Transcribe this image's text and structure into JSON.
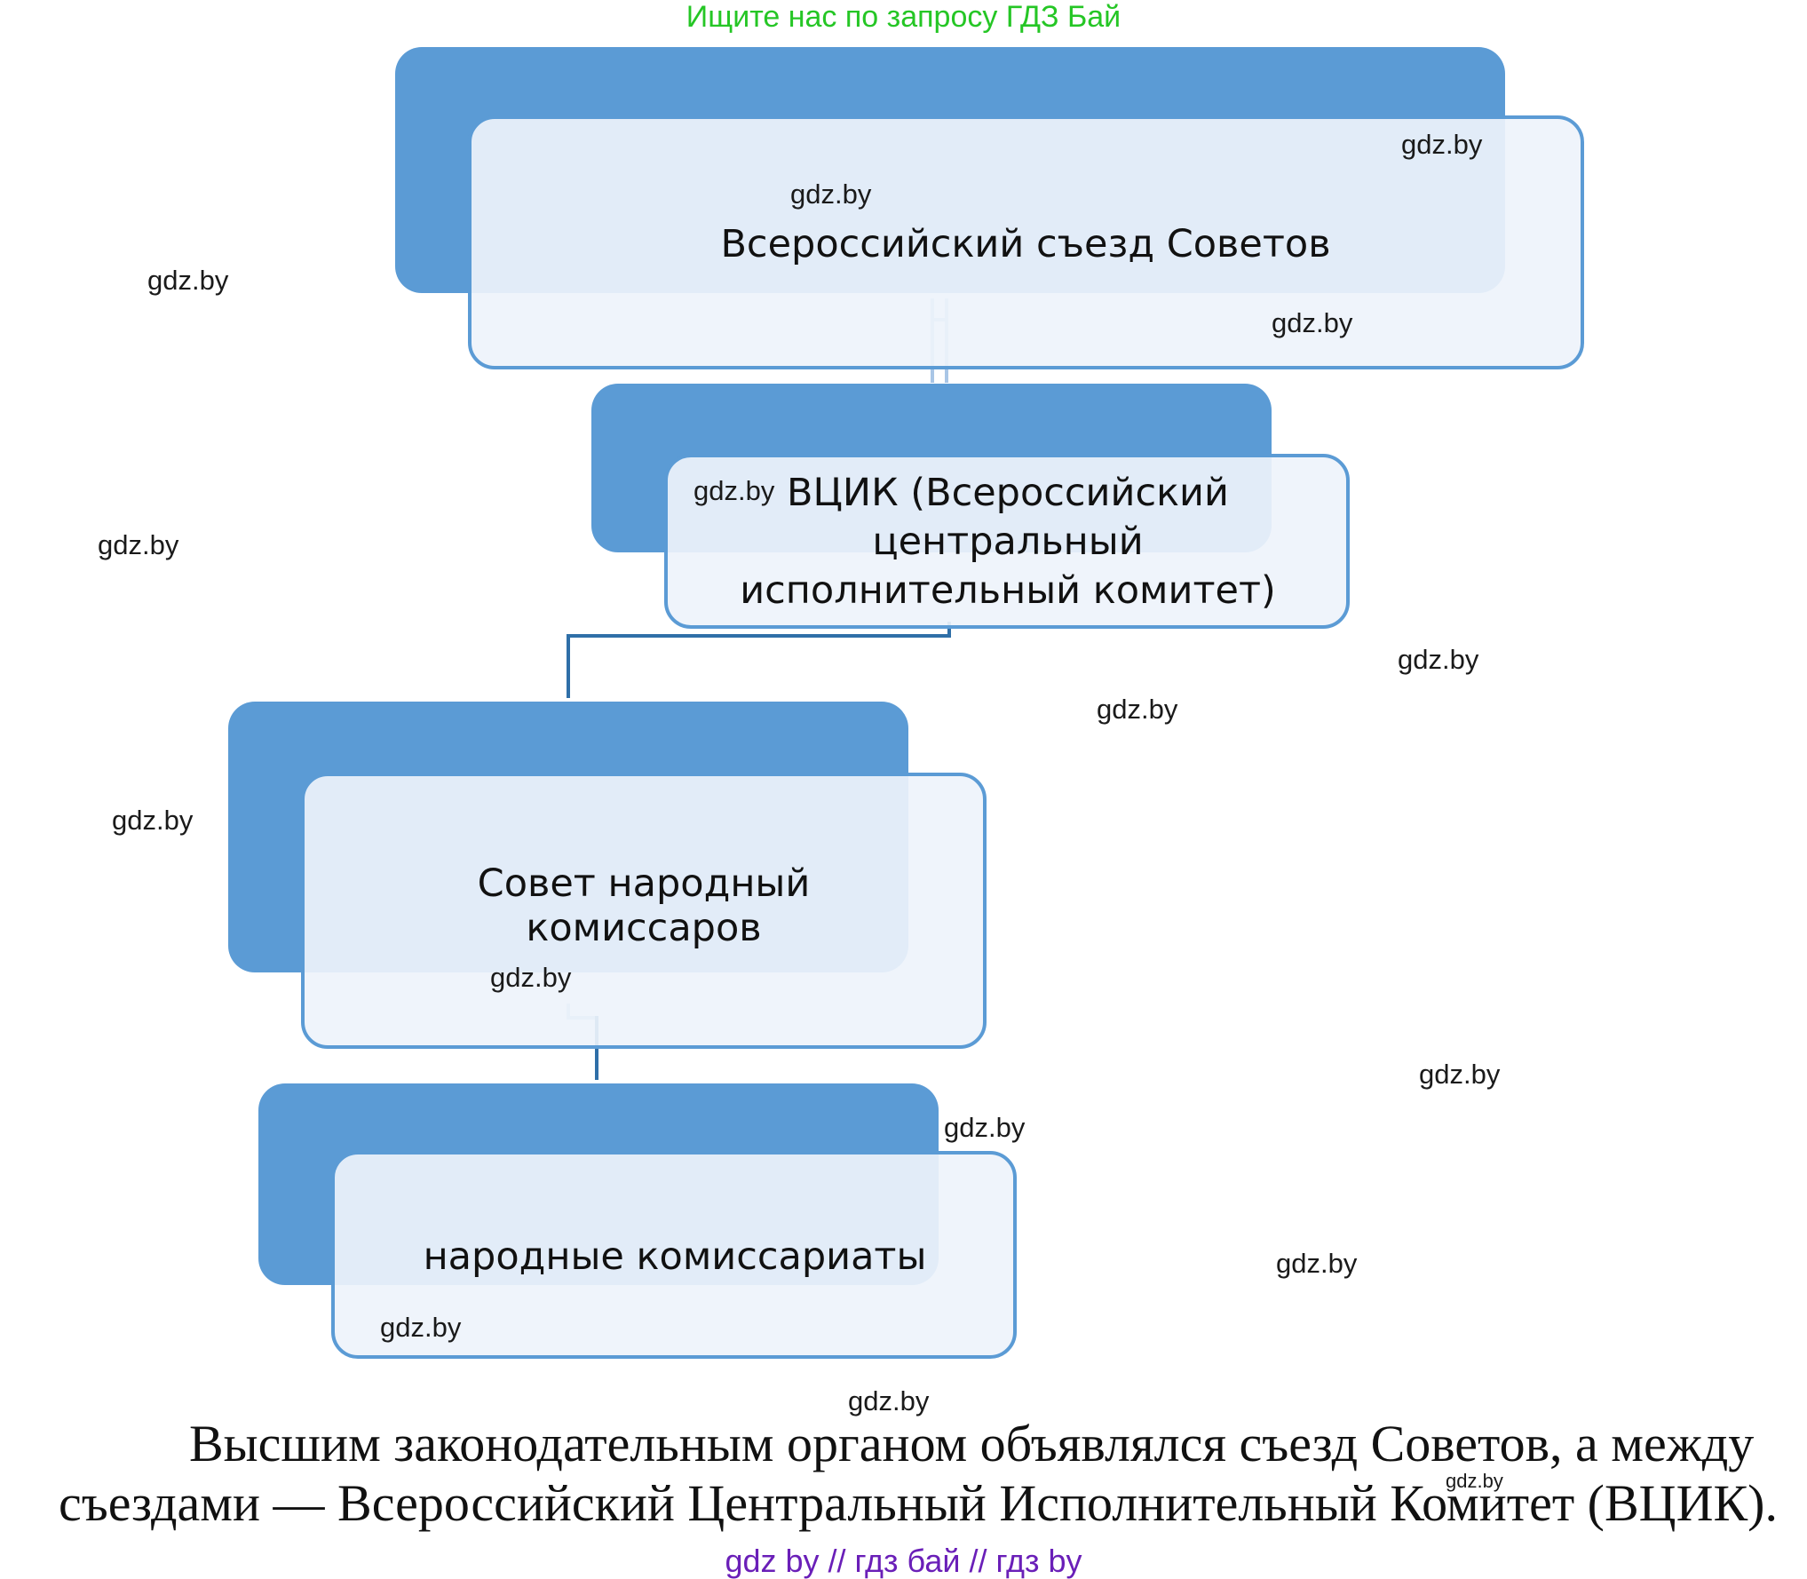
{
  "banner": "Ищите нас по запросу ГДЗ Бай",
  "boxes": [
    "Всероссийский съезд Советов",
    "ВЦИК (Всероссийский центральный исполнительный комитет)",
    "Совет народный комиссаров",
    "народные комиссариаты"
  ],
  "watermark": "gdz.by",
  "paragraph": {
    "line1": "Высшим законодательным органом объявлялся съезд Советов, а между",
    "line2": "съездами — Всероссийский Центральный Исполнительный Комитет (ВЦИК)."
  },
  "footer": "gdz by  //  гдз бай  //  гдз by",
  "colors": {
    "box_fill": "#5b9bd5",
    "banner": "#25c625",
    "footer": "#6a1fb8"
  }
}
